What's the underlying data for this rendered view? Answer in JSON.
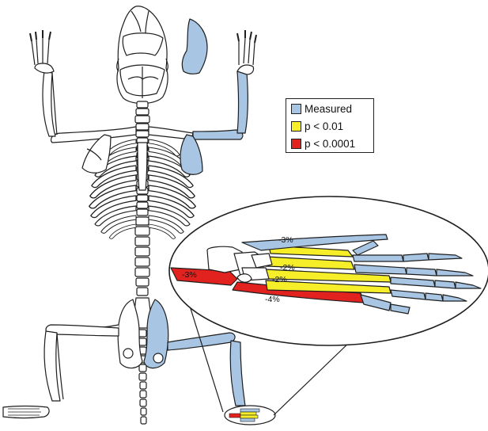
{
  "colors": {
    "measured": "#a8c6e4",
    "p01": "#f5ee28",
    "p0001": "#e2221e",
    "outline": "#1e1e1e",
    "bone": "#ffffff"
  },
  "legend": {
    "items": [
      {
        "label": "Measured",
        "color": "#a8c6e4"
      },
      {
        "label": "p < 0.01",
        "color": "#f5ee28"
      },
      {
        "label": "p < 0.0001",
        "color": "#e2221e"
      }
    ]
  },
  "inset": {
    "labels": {
      "top_metatarsal": "-3%",
      "middle_metatarsal": "-2%",
      "lower_metatarsal": "-2%",
      "tibia": "-3%",
      "calcaneus": "-4%"
    }
  }
}
